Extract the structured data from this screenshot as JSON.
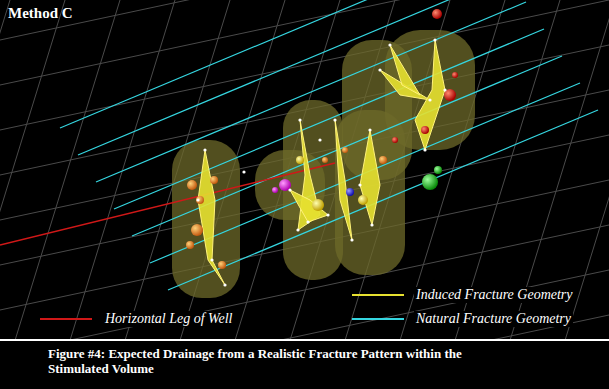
{
  "diagram": {
    "title": "Method C",
    "caption": "Figure #4: Expected Drainage from a Realistic Fracture Pattern within the Stimulated Volume",
    "legend": [
      {
        "text": "Induced Fracture Geometry"
      },
      {
        "text": "Horizontal Leg of Well"
      },
      {
        "text": "Natural Fracture Geometry"
      }
    ]
  }
}
